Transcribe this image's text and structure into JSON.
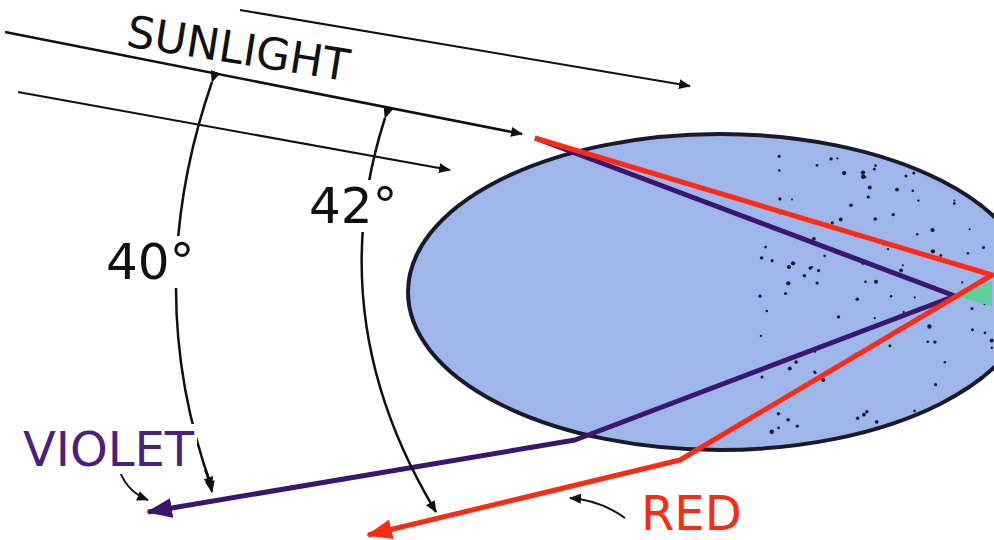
{
  "diagram": {
    "labels": [
      "SUNLIGHT",
      "40°",
      "42°",
      "VIOLET",
      "RED"
    ]
  }
}
